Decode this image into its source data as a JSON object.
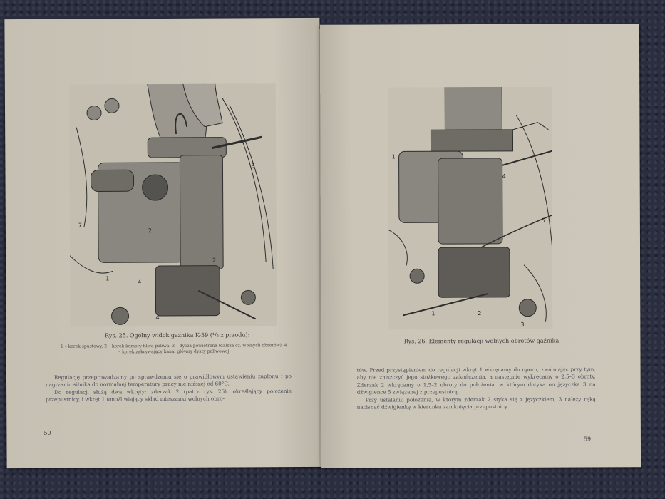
{
  "left_page": {
    "figure_caption": "Rys. 25. Ogólny widok gaźnika K-59 (¹/₂ z przodu):",
    "figure_legend": "1 – korek spustowy, 2 – korek komory filtra paliwa, 3 – dysza powietrzna (dalsza cz. wolnych obrotów), 4 – korek zakrywający kanał główny dyszy paliwowej",
    "callouts": [
      "3",
      "7",
      "2",
      "1",
      "4",
      "2",
      "4"
    ],
    "paragraphs": [
      "Regulację przeprowadzamy po sprawdzeniu się o prawidłowym ustawieniu zapłonu i po nagrzaniu silnika do normalnej temperatury pracy nie niższej od 60°C.",
      "Do regulacji służą dwa wkręty: zderzak 2 (patrz rys. 26), określający położenie przepustnicy, i wkręt 1 umożliwiający skład mieszanki wolnych obro-"
    ],
    "page_number": "50"
  },
  "right_page": {
    "figure_caption": "Rys. 26. Elementy regulacji wolnych obrotów gaźnika",
    "callouts": [
      "1",
      "4",
      "5",
      "1",
      "2",
      "3"
    ],
    "paragraphs": [
      "tów. Przed przystąpieniem do regulacji wkręt 1 wkręcamy do oporu, zwalniając przy tym, aby nie zniszczyć jego stożkowego zakończenia, a następnie wykręcamy o 2,5–3 obroty. Zderzak 2 wkręcamy o 1,5–2 obroty do położenia, w którym dotyka on języczka 3 na dźwigience 5 związanej z przepustnicą.",
      "Przy ustalaniu położenia, w którym zderzak 2 styka się z języczkiem, 3 należy ręką nacisnąć dźwigienkę w kierunku zamknięcia przepustnicy."
    ],
    "page_number": "59"
  }
}
